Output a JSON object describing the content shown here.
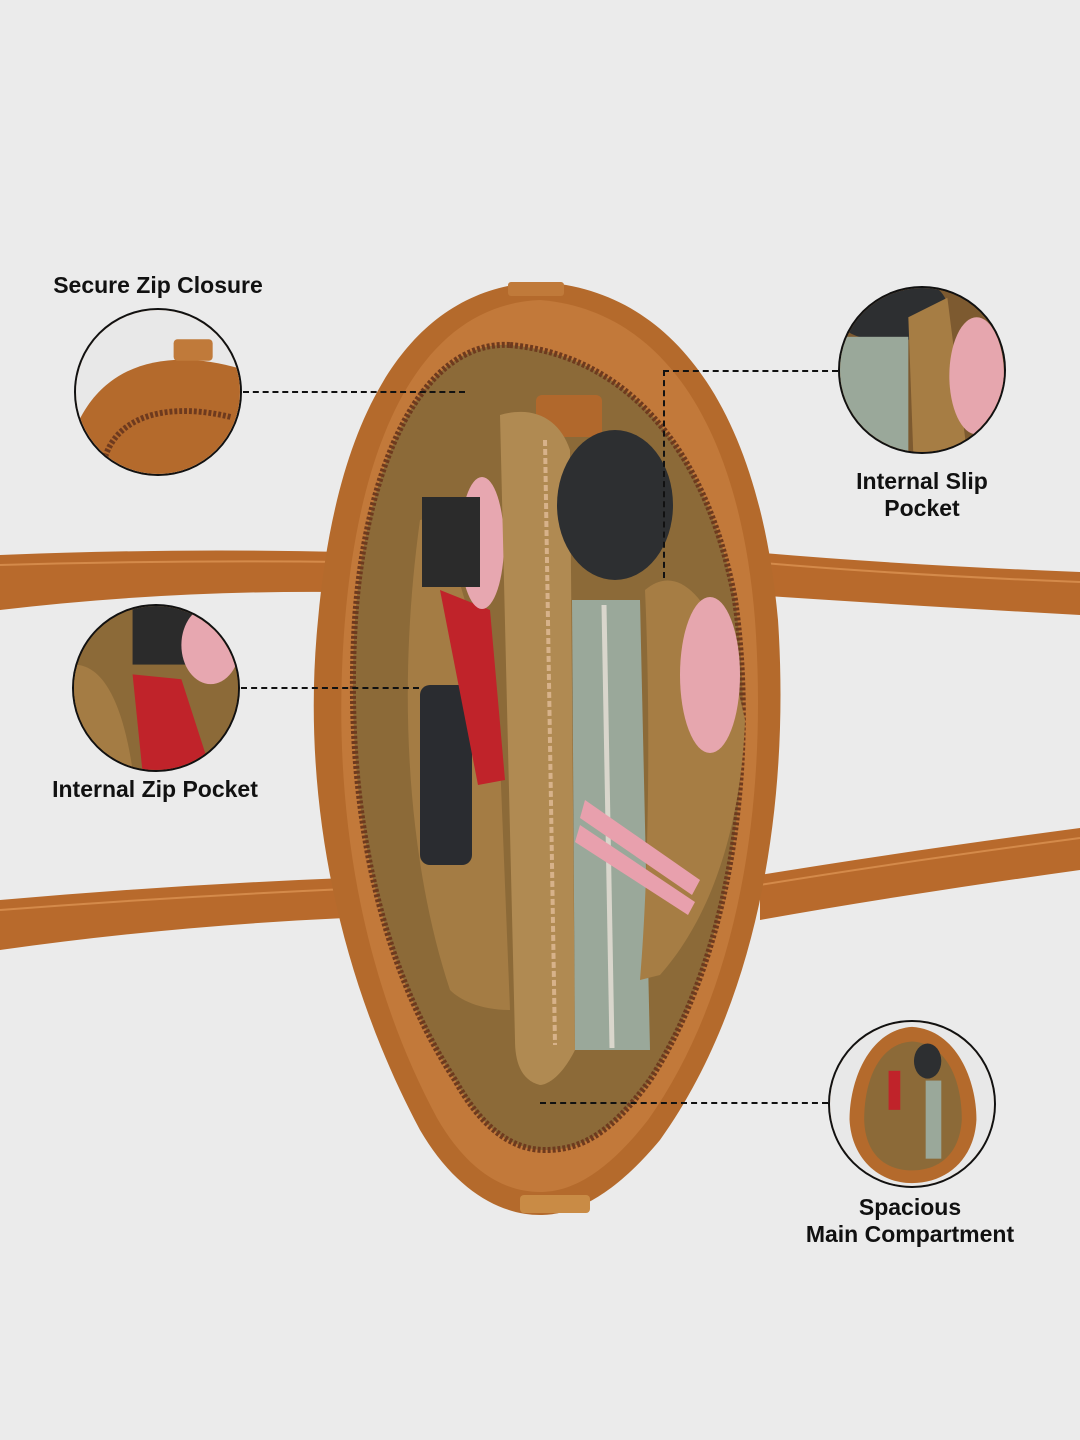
{
  "callouts": {
    "zip_closure": {
      "label": "Secure Zip Closure"
    },
    "slip_pocket": {
      "line1": "Internal Slip",
      "line2": "Pocket"
    },
    "zip_pocket": {
      "label": "Internal Zip Pocket"
    },
    "main_compartment": {
      "line1": "Spacious",
      "line2": "Main Compartment"
    }
  },
  "colors": {
    "background": "#ebebeb",
    "leather": "#b76b2e",
    "lining": "#a9844d",
    "pink_accent": "#e7a7b0",
    "red_notebook": "#c0232a"
  }
}
